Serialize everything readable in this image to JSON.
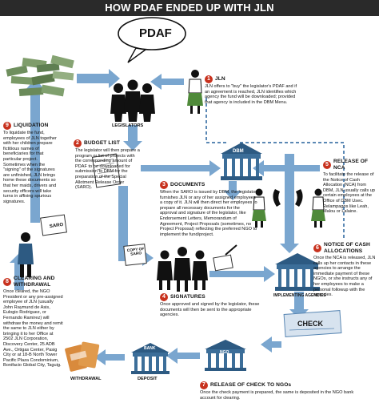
{
  "title": "HOW PDAF ENDED UP WITH JLN",
  "pdaf_label": "PDAF",
  "labels": {
    "legislators": "LEGISLATORS",
    "dbm": "DBM",
    "saro": "SARO",
    "copy_of_saro": "COPY OF SARO",
    "implementing_agencies": "IMPLEMENTING AGENCIES",
    "check": "CHECK",
    "ngo": "NGO",
    "bank": "BANK",
    "deposit": "DEPOSIT",
    "withdrawal": "WITHDRAWAL"
  },
  "steps": [
    {
      "num": "1",
      "title": "JLN",
      "body": "JLN offers to \"buy\" the legislator's PDAF and if an agreement is reached, JLN identifies which agency the fund will be downloaded; provided that agency is included in the DBM Menu."
    },
    {
      "num": "2",
      "title": "BUDGET LIST",
      "body": "The legislator will then prepare a program or list of projects with the corresponding amount of PDAF to be downloaded for submission to DBM for the preparation of the Special Allotment Release Order (SARO)."
    },
    {
      "num": "3",
      "title": "DOCUMENTS",
      "body": "When the SARO is issued by DBM, the legislator furnishes JLN or any of her assigned employees a copy of it. JLN will then direct her employees to prepare all necessary documents for the approval and signature of the legislator, like Endorsement Letters, Memorandum of Agreement, Project Proposals (sometimes, no Project Proposal) reflecting the preferred NGO to implement the fund/project."
    },
    {
      "num": "4",
      "title": "SIGNATURES",
      "body": "Once approved and signed by the legislator, these documents will then be sent to the appropriate agencies."
    },
    {
      "num": "5",
      "title": "RELEASE OF NCA",
      "body": "To facilitate the release of the Notice of Cash Allocation (NCA) from DBM, JLN usually calls up certain employees at the Office of DBM Usec. Relampagos like Leah, Malou or Lalaine."
    },
    {
      "num": "6",
      "title": "NOTICE OF CASH ALLOCATIONS",
      "body": "Once the NCA is released, JLN calls up her contacts in these agencies to arrange the immediate payment of these NGOs, or she instructs any of her employees to make a personal followup with the agencies."
    },
    {
      "num": "7",
      "title": "RELEASE OF CHECK TO NGOs",
      "body": "Once the check payment is prepared, the same is deposited in the NGO bank account for clearing."
    },
    {
      "num": "8",
      "title": "CLEARING AND WITHDRAWAL",
      "body": "Once cleared, the NGO President or any pre-assigned employee of JLN (usually John Raymund de Asis, Eulogio Rodriguez, or Fernando Ramirez) will withdraw the money and remit the same to JLN either by bringing it to her Office at 2502 JLN Corporation, Discovery Center, 25 ADB Ave., Ortigas Center, Pasig City or at 18-B North Tower Pacific Plaza Condominium, Bonifacio Global City, Taguig."
    },
    {
      "num": "9",
      "title": "LIQUIDATION",
      "body": "To liquidate the fund, employees of JLN together with her children prepare fictitious names of beneficiaries for that particular project. Sometimes when the \"signing\" of the signatures are unfinished, JLN brings home these documents so that her maids, drivers and security officers will take turns in affixing spurious signatures."
    }
  ],
  "colors": {
    "arrow": "#7aa6cf",
    "arrow_dark": "#5b88b4",
    "badge": "#c8321e",
    "title_bar": "#2a2a2a",
    "building": "#3c6e99",
    "money": "#6f8f5e",
    "check": "#d7e3ef"
  }
}
